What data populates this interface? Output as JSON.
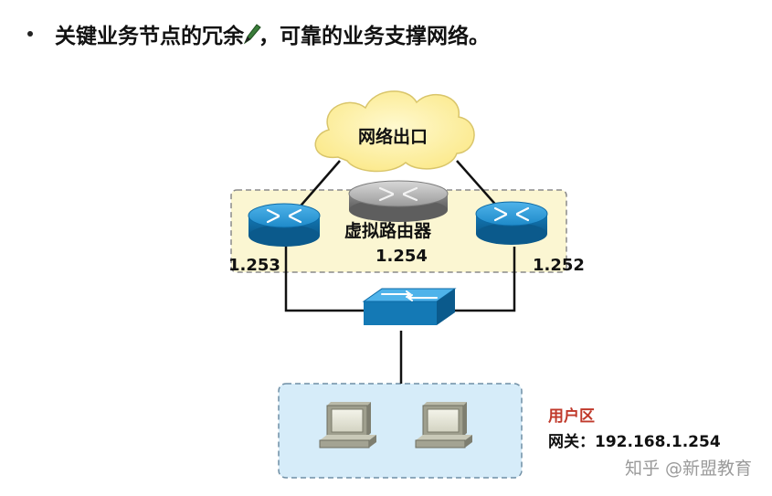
{
  "heading": {
    "text_before": "关键业务节点的冗余",
    "text_after": "，可靠的业务支撑网络。"
  },
  "cloud": {
    "label": "网络出口"
  },
  "virtual_router": {
    "label": "虚拟路由器",
    "ip": "1.254"
  },
  "router_left": {
    "ip": "1.253"
  },
  "router_right": {
    "ip": "1.252"
  },
  "user_area": {
    "label": "用户区",
    "gateway": "网关：192.168.1.254"
  },
  "watermark": "知乎 @新盟教育",
  "icons": [
    "pen-icon",
    "cloud-icon",
    "router-icon",
    "switch-icon",
    "computer-icon"
  ],
  "colors": {
    "router_blue": "#1e8ac9",
    "vrrp_group_fill": "#fbf6d2",
    "user_area_fill": "#d6ecf9",
    "user_label": "#c0392b"
  }
}
